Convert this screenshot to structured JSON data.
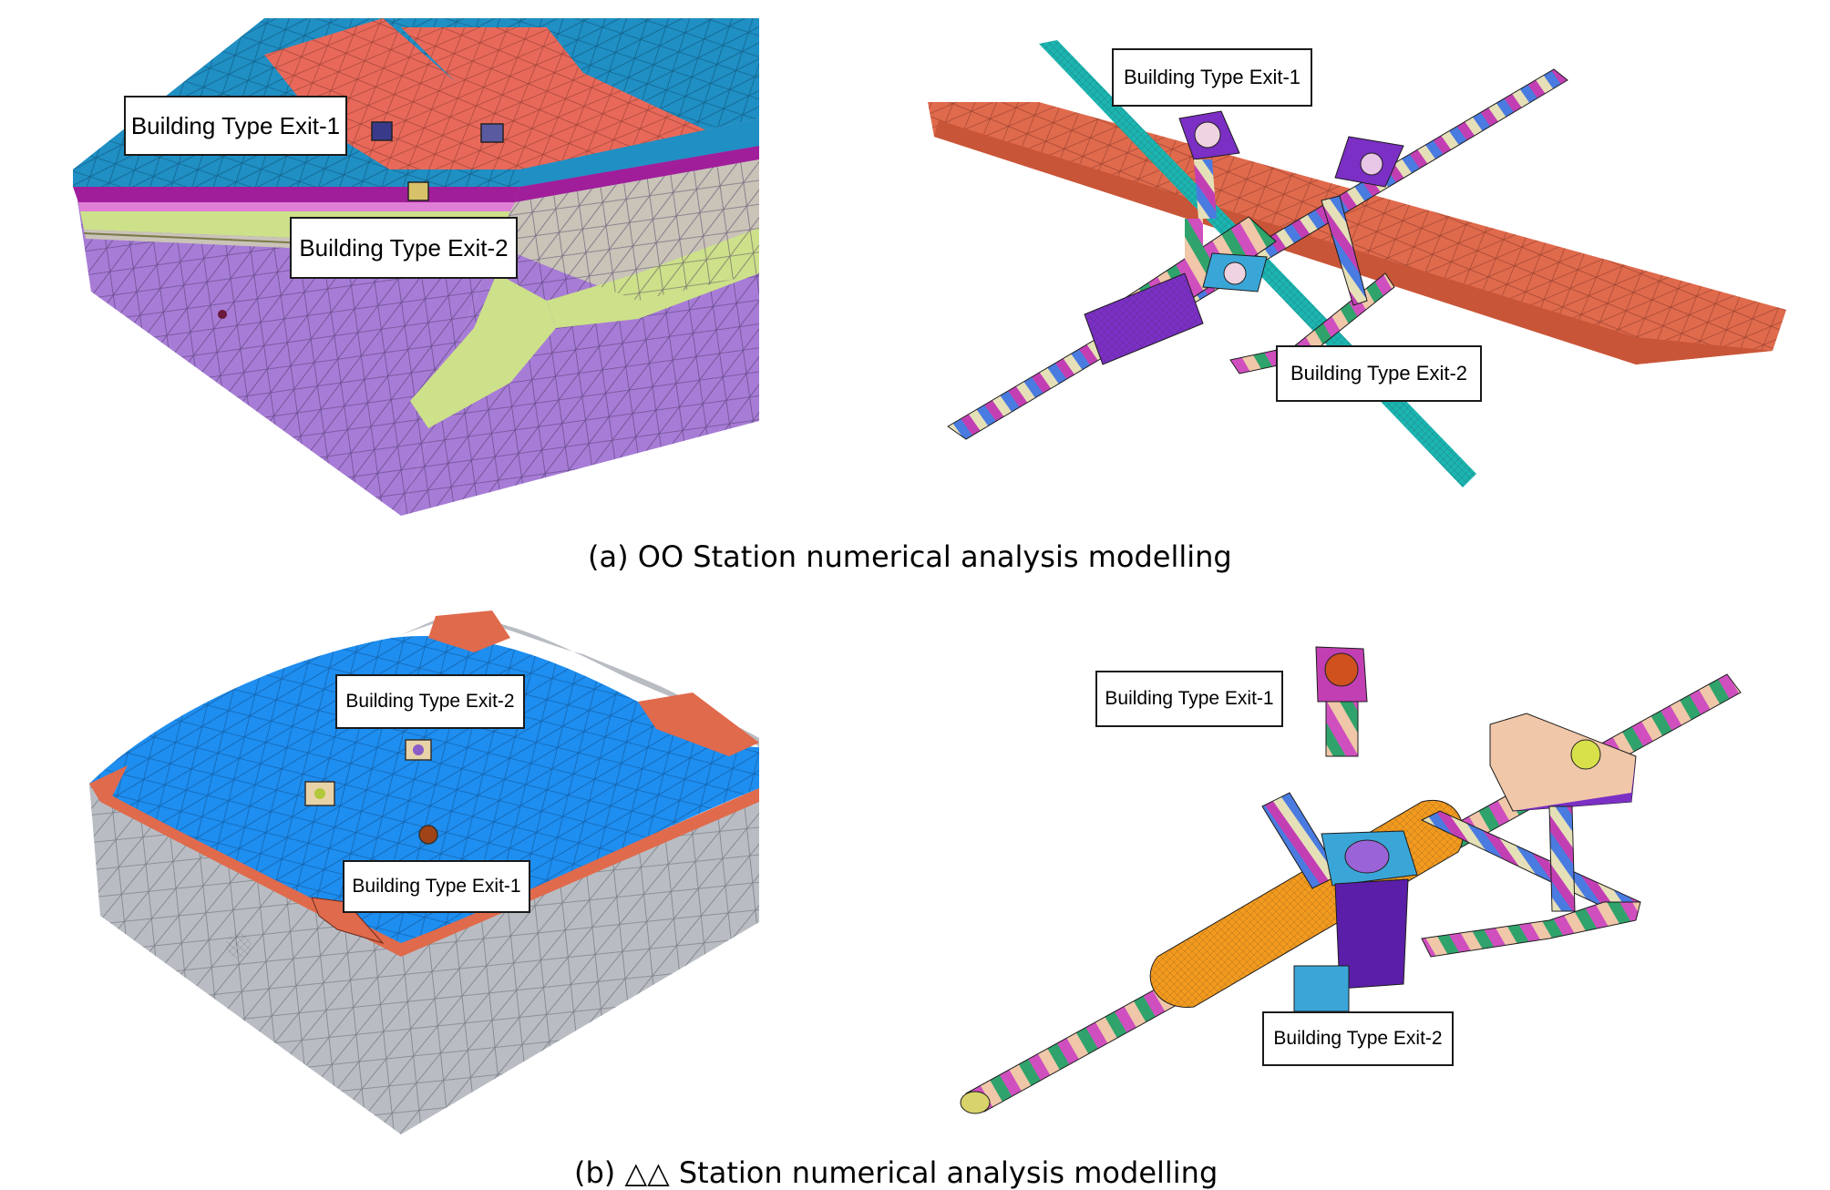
{
  "panels": {
    "a": {
      "caption": "(a) OO Station numerical analysis modelling",
      "ground_model": {
        "label_exit1": "Building Type Exit-1",
        "label_exit2": "Building Type Exit-2"
      },
      "structure_model": {
        "label_exit1": "Building Type Exit-1",
        "label_exit2": "Building Type Exit-2"
      }
    },
    "b": {
      "caption": "(b) △△ Station numerical analysis modelling",
      "ground_model": {
        "label_exit2": "Building Type Exit-2",
        "label_exit1": "Building Type Exit-1"
      },
      "structure_model": {
        "label_exit1": "Building Type Exit-1",
        "label_exit2": "Building Type Exit-2"
      }
    }
  },
  "colors": {
    "mesh_blue_a": "#1f8fc4",
    "mesh_red": "#e8695a",
    "soil_purple": "#a77cd6",
    "soil_magenta": "#a01e9a",
    "soil_lime": "#cde08a",
    "mesh_blue_b": "#1e8ef0",
    "soil_grey": "#b9bdc3",
    "slab_orange": "#e06a4c",
    "tunnel_cyan": "#1bb4b0",
    "concourse_orange": "#f29a1e",
    "exit_purple": "#7b2fc4"
  }
}
